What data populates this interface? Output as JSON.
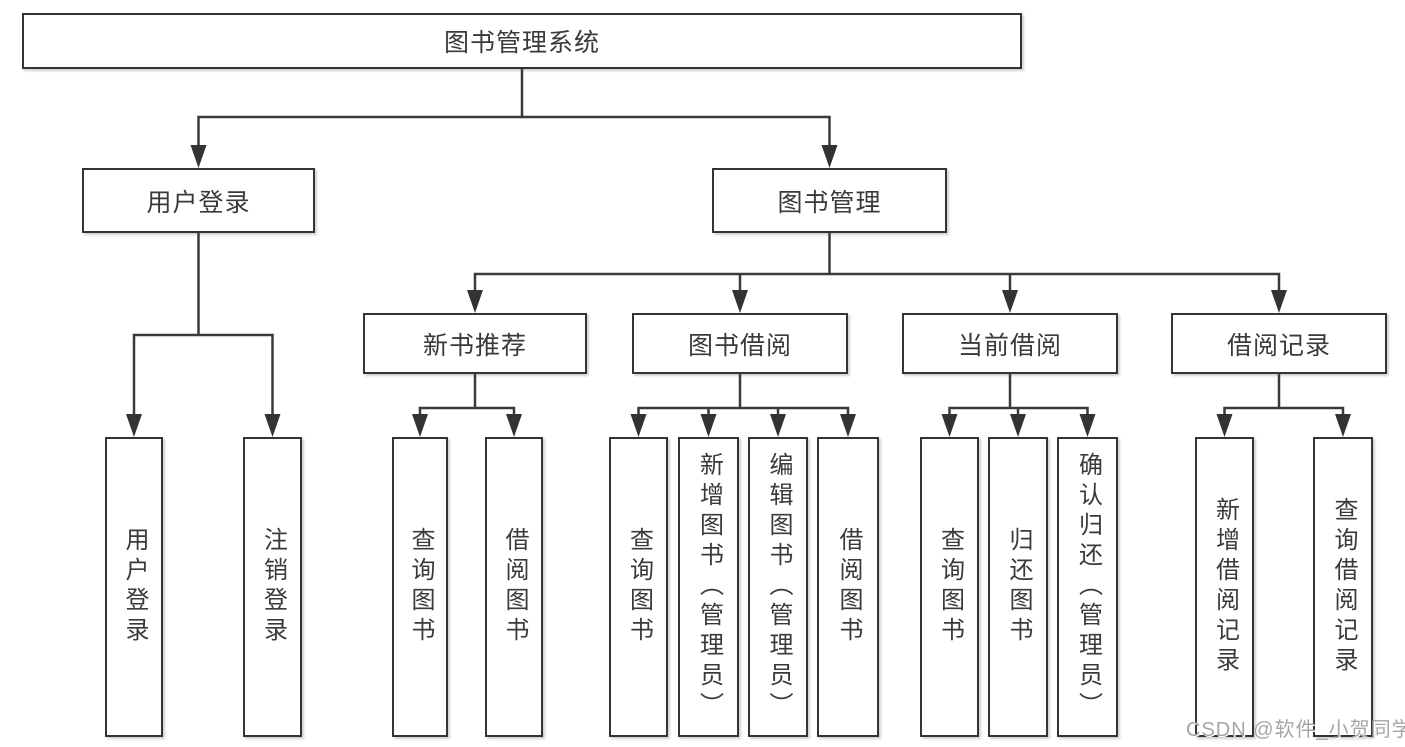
{
  "tree": {
    "root": {
      "label": "图书管理系统",
      "children": [
        {
          "label": "用户登录",
          "children": [
            {
              "label": "用户登录"
            },
            {
              "label": "注销登录"
            }
          ]
        },
        {
          "label": "图书管理",
          "children": [
            {
              "label": "新书推荐",
              "children": [
                {
                  "label": "查询图书"
                },
                {
                  "label": "借阅图书"
                }
              ]
            },
            {
              "label": "图书借阅",
              "children": [
                {
                  "label": "查询图书"
                },
                {
                  "label": "新增图书（管理员）"
                },
                {
                  "label": "编辑图书（管理员）"
                },
                {
                  "label": "借阅图书"
                }
              ]
            },
            {
              "label": "当前借阅",
              "children": [
                {
                  "label": "查询图书"
                },
                {
                  "label": "归还图书"
                },
                {
                  "label": "确认归还（管理员）"
                }
              ]
            },
            {
              "label": "借阅记录",
              "children": [
                {
                  "label": "新增借阅记录"
                },
                {
                  "label": "查询借阅记录"
                }
              ]
            }
          ]
        }
      ]
    }
  },
  "watermark": "CSDN @软件_小贺同学",
  "colors": {
    "line": "#3a3a3a",
    "text": "#3a3a3a",
    "background": "#ffffff",
    "watermark": "#a6a6a6"
  }
}
